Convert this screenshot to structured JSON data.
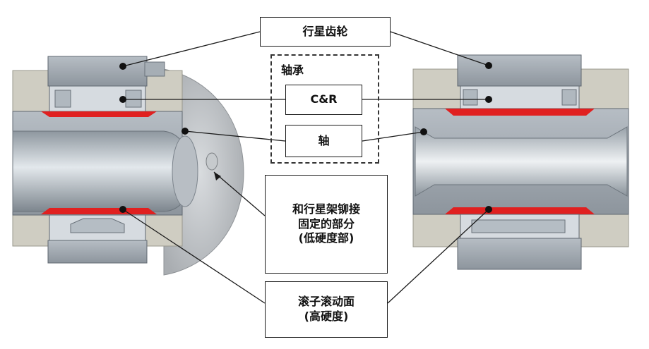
{
  "labels": {
    "planet_gear": "行星齿轮",
    "bearing_group": "轴承",
    "cage_roller": "C&R",
    "shaft": "轴",
    "carrier_rivet_line1": "和行星架铆接",
    "carrier_rivet_line2": "固定的部分",
    "carrier_rivet_line3": "(低硬度部)",
    "raceway_line1": "滚子滚动面",
    "raceway_line2": "(高硬度)"
  },
  "colors": {
    "hardened_surface": "#e02020",
    "steel_light": "#c9cfd6",
    "steel_mid": "#9aa3ad",
    "steel_dark": "#5f6770",
    "housing": "#cfcdc2"
  }
}
